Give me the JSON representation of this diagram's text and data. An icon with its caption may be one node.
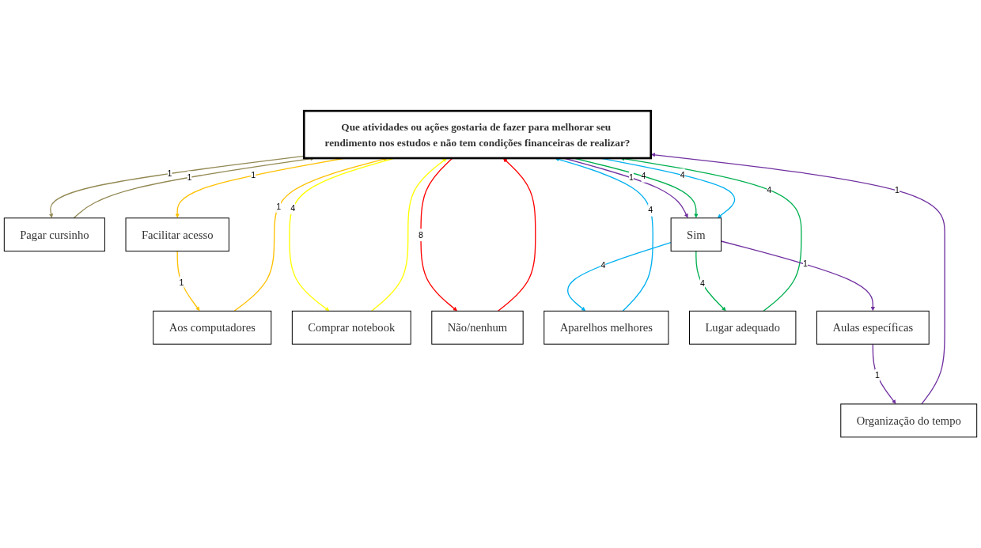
{
  "diagram": {
    "nodes": [
      {
        "text": [
          "Que atividades ou ações gostaria de fazer para melhorar seu rendimento nos estudos e não tem condições financeiras de realizar?"
        ]
      },
      {
        "text": [
          "Pagar cursinho"
        ]
      },
      {
        "text": [
          "Facilitar acesso"
        ]
      },
      {
        "text": [
          "Aos computadores"
        ]
      },
      {
        "text": [
          "Comprar notebook"
        ]
      },
      {
        "text": [
          "Não/nenhum"
        ]
      },
      {
        "text": [
          "Sim"
        ]
      },
      {
        "text": [
          "Aparelhos melhores"
        ]
      },
      {
        "text": [
          "Lugar adequado"
        ]
      },
      {
        "text": [
          "Aulas específicas"
        ]
      },
      {
        "text": [
          "Organização do tempo"
        ]
      }
    ],
    "edges": [
      {
        "from": 0,
        "to": 1,
        "arrow": "to",
        "label": "1",
        "color": "#938953"
      },
      {
        "from": 1,
        "to": 0,
        "arrow": "to",
        "label": "1",
        "color": "#938953"
      },
      {
        "from": 0,
        "to": 2,
        "arrow": "to",
        "label": "1",
        "color": "#ffc000"
      },
      {
        "from": 2,
        "to": 3,
        "arrow": "to",
        "label": "1",
        "color": "#ffc000"
      },
      {
        "from": 3,
        "to": 0,
        "arrow": "to",
        "label": "1",
        "color": "#ffc000"
      },
      {
        "from": 4,
        "to": 0,
        "arrow": "to",
        "color": "#ffff00"
      },
      {
        "from": 0,
        "to": 4,
        "arrow": "to",
        "label": "4",
        "color": "#ffff00"
      },
      {
        "from": 5,
        "to": 0,
        "arrow": "to",
        "color": "#ff0000"
      },
      {
        "from": 0,
        "to": 5,
        "arrow": "to",
        "label": "8",
        "color": "#ff0000"
      },
      {
        "from": 0,
        "to": 6,
        "arrow": "to",
        "label": "1",
        "color": "#7030a0"
      },
      {
        "from": 0,
        "to": 6,
        "arrow": "to",
        "label": "4",
        "color": "#00b050"
      },
      {
        "from": 0,
        "to": 6,
        "arrow": "to",
        "label": "4",
        "color": "#00b0f0"
      },
      {
        "from": 6,
        "to": 7,
        "arrow": "to",
        "label": "4",
        "color": "#00b0f0"
      },
      {
        "from": 7,
        "to": 0,
        "arrow": "to",
        "label": "4",
        "color": "#00b0f0"
      },
      {
        "from": 6,
        "to": 8,
        "arrow": "to",
        "label": "4",
        "color": "#00b050"
      },
      {
        "from": 8,
        "to": 0,
        "arrow": "to",
        "label": "4",
        "color": "#00b050"
      },
      {
        "from": 6,
        "to": 9,
        "arrow": "to",
        "label": "1",
        "color": "#7030a0"
      },
      {
        "from": 9,
        "to": 10,
        "arrow": "to",
        "label": "1",
        "color": "#7030a0"
      },
      {
        "from": 10,
        "to": 0,
        "arrow": "to",
        "label": "1",
        "color": "#7030a0"
      }
    ]
  }
}
